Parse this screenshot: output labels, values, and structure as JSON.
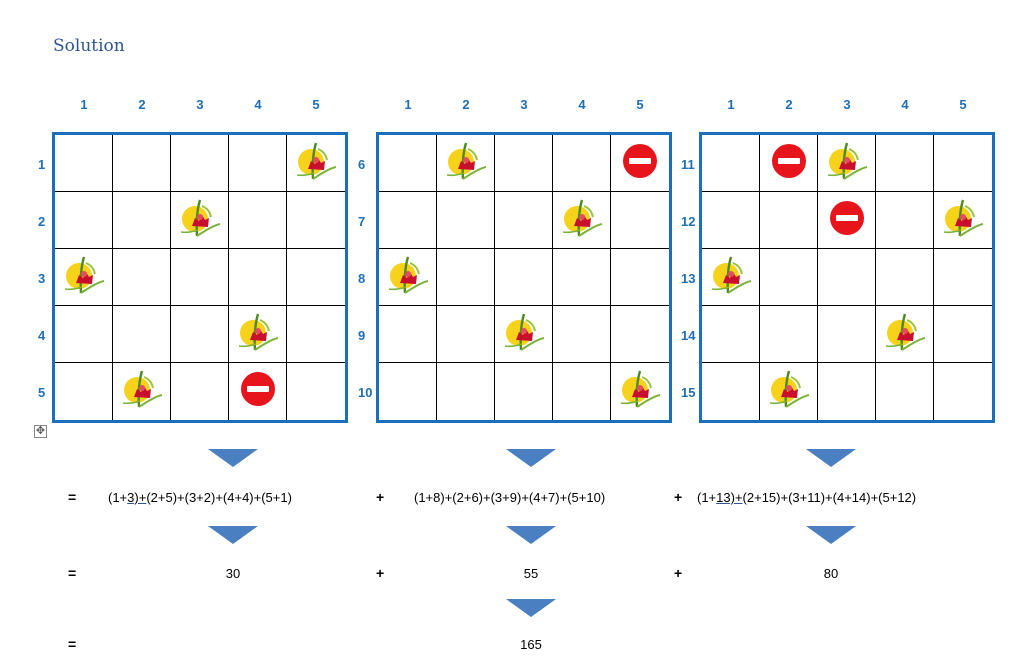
{
  "title": "Solution",
  "col_labels": [
    "1",
    "2",
    "3",
    "4",
    "5"
  ],
  "grids": [
    {
      "row_labels": [
        "1",
        "2",
        "3",
        "4",
        "5"
      ],
      "cells": [
        [
          "",
          "",
          "",
          "",
          "flower"
        ],
        [
          "",
          "",
          "flower",
          "",
          ""
        ],
        [
          "flower",
          "",
          "",
          "",
          ""
        ],
        [
          "",
          "",
          "",
          "flower",
          ""
        ],
        [
          "",
          "flower",
          "",
          "no-entry",
          ""
        ]
      ]
    },
    {
      "row_labels": [
        "6",
        "7",
        "8",
        "9",
        "10"
      ],
      "cells": [
        [
          "",
          "flower",
          "",
          "",
          "no-entry"
        ],
        [
          "",
          "",
          "",
          "flower",
          ""
        ],
        [
          "flower",
          "",
          "",
          "",
          ""
        ],
        [
          "",
          "",
          "flower",
          "",
          ""
        ],
        [
          "",
          "",
          "",
          "",
          "flower"
        ]
      ]
    },
    {
      "row_labels": [
        "11",
        "12",
        "13",
        "14",
        "15"
      ],
      "cells": [
        [
          "",
          "no-entry",
          "flower",
          "",
          ""
        ],
        [
          "",
          "",
          "no-entry",
          "",
          "flower"
        ],
        [
          "flower",
          "",
          "",
          "",
          ""
        ],
        [
          "",
          "",
          "",
          "flower",
          ""
        ],
        [
          "",
          "flower",
          "",
          "",
          ""
        ]
      ]
    }
  ],
  "equations": {
    "equals": "=",
    "plus": "+",
    "row1": {
      "expr1_a": "(1+",
      "expr1_u": "3)+",
      "expr1_b": "(2+5)+(3+2)+(4+4)+(5+1)",
      "expr2": "(1+8)+(2+6)+(3+9)+(4+7)+(5+10)",
      "expr3_a": "(1+",
      "expr3_u": "13)+",
      "expr3_b": "(2+15)+(3+11)+(4+14)+(5+12)"
    },
    "row2": {
      "v1": "30",
      "v2": "55",
      "v3": "80"
    },
    "row3": {
      "total": "165"
    }
  },
  "colors": {
    "accent": "#1a6fba",
    "label": "#1f6fb5",
    "arrow": "#4a7fc1",
    "no_entry": "#e8141b"
  },
  "icons": {
    "flower": "flower-icon",
    "no_entry": "no-entry-icon",
    "table_move": "table-move-icon"
  }
}
